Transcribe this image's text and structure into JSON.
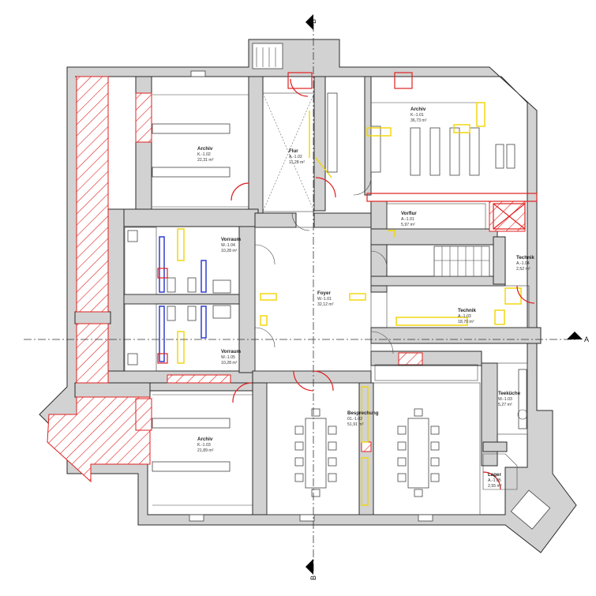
{
  "section_markers": {
    "b_top": "B",
    "b_bottom": "B",
    "a_right": "A"
  },
  "rooms": [
    {
      "id": "archiv-left-top",
      "name": "Archiv",
      "code": "K.-1.02",
      "area": "22,31 m²"
    },
    {
      "id": "flur",
      "name": "Flur",
      "code": "A.-1.02",
      "area": "11,28 m²"
    },
    {
      "id": "archiv-right-top",
      "name": "Archiv",
      "code": "K.-1.01",
      "area": "36,73 m²"
    },
    {
      "id": "vorflur",
      "name": "Vorflur",
      "code": "A.-1.01",
      "area": "5,97 m²"
    },
    {
      "id": "vorraum-top",
      "name": "Vorraum",
      "code": "W.-1.04",
      "area": "10,28 m²"
    },
    {
      "id": "technik-small",
      "name": "Technik",
      "code": "A.-1.04",
      "area": "2,52 m²"
    },
    {
      "id": "foyer",
      "name": "Foyer",
      "code": "W.-1.01",
      "area": "32,12 m²"
    },
    {
      "id": "technik-large",
      "name": "Technik",
      "code": "A.-1.03",
      "area": "18,70 m²"
    },
    {
      "id": "vorraum-bottom",
      "name": "Vorraum",
      "code": "W.-1.05",
      "area": "10,28 m²"
    },
    {
      "id": "teekueche",
      "name": "Teeküche",
      "code": "W.-1.03",
      "area": "5,27 m²"
    },
    {
      "id": "besprechung",
      "name": "Besprechung",
      "code": "01.-1.02",
      "area": "51,91 m²"
    },
    {
      "id": "archiv-left-bottom",
      "name": "Archiv",
      "code": "K.-1.03",
      "area": "21,89 m²"
    },
    {
      "id": "lager",
      "name": "Lager",
      "code": "A.-1.05",
      "area": "2,55 m²"
    }
  ],
  "colors": {
    "wall": "#d2d2d2",
    "demolition": "#e02020",
    "new_build": "#f2d400",
    "sanitary": "#2230c8"
  }
}
